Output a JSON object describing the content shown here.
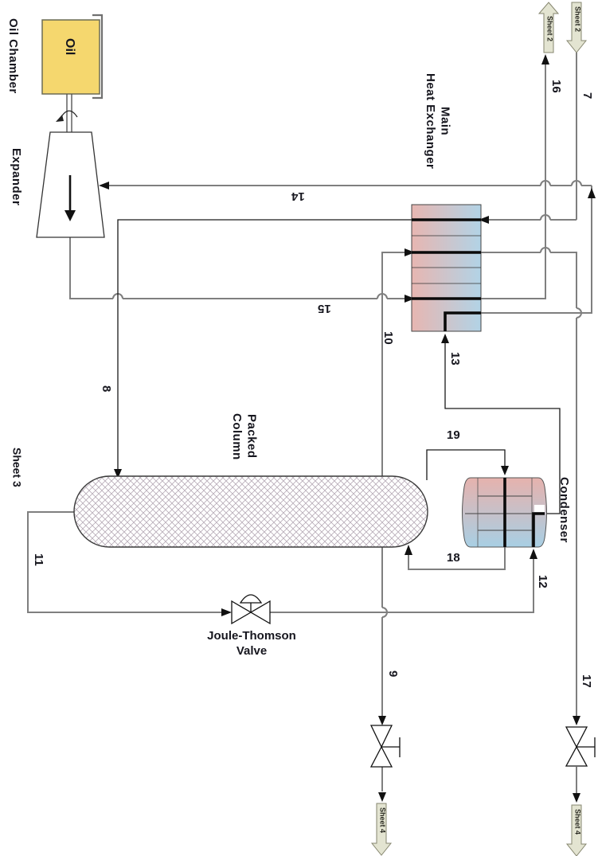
{
  "diagram": {
    "kind": "process-flow-diagram",
    "sheet_note": "Sheet 3",
    "equipment": {
      "oil_chamber": {
        "label": "Oil Chamber",
        "tag": "Oil"
      },
      "expander": {
        "label": "Expander"
      },
      "main_heat_exchanger": {
        "label": "Main\nHeat Exchanger"
      },
      "packed_column": {
        "label": "Packed\nColumn"
      },
      "condenser": {
        "label": "Condenser"
      },
      "joule_thomson_valve": {
        "label": "Joule-Thomson\nValve"
      }
    },
    "streams": {
      "7": "7",
      "8": "8",
      "9": "9",
      "10": "10",
      "11": "11",
      "12": "12",
      "13": "13",
      "14": "14",
      "15": "15",
      "16": "16",
      "17": "17",
      "18": "18",
      "19": "19"
    },
    "connectors": {
      "sheet2_out": "Sheet 2",
      "sheet2_in": "Sheet 2",
      "sheet4_left": "Sheet 4",
      "sheet4_right": "Sheet 4"
    },
    "colors": {
      "oil_fill": "#f5d76e",
      "hx_warm_side": "#e7b6b1",
      "hx_cold_side": "#b2d3e6",
      "condenser_warm": "#e6b2ad",
      "condenser_cold": "#a8cfe4",
      "connector_fill": "#e3e4d1",
      "pipe_gray": "#7f7f7f",
      "line_black": "#1a1a1a"
    }
  }
}
